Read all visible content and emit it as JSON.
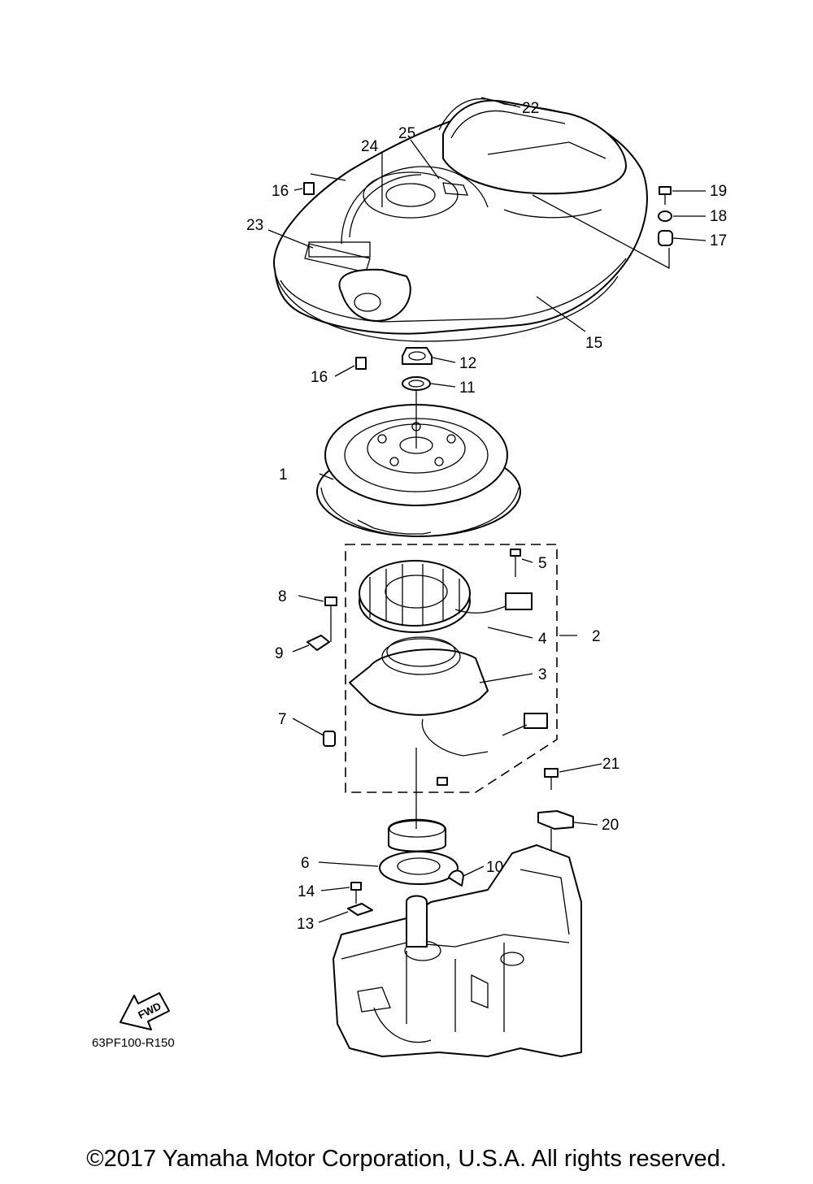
{
  "diagram": {
    "drawing_code": "63PF100-R150",
    "fwd_label": "FWD",
    "callouts": [
      "1",
      "2",
      "3",
      "4",
      "5",
      "6",
      "7",
      "8",
      "9",
      "10",
      "11",
      "12",
      "13",
      "14",
      "15",
      "16",
      "16",
      "17",
      "18",
      "19",
      "20",
      "21",
      "22",
      "23",
      "24",
      "25"
    ]
  },
  "footer": {
    "copyright": "©2017 Yamaha Motor Corporation, U.S.A. All rights reserved."
  }
}
